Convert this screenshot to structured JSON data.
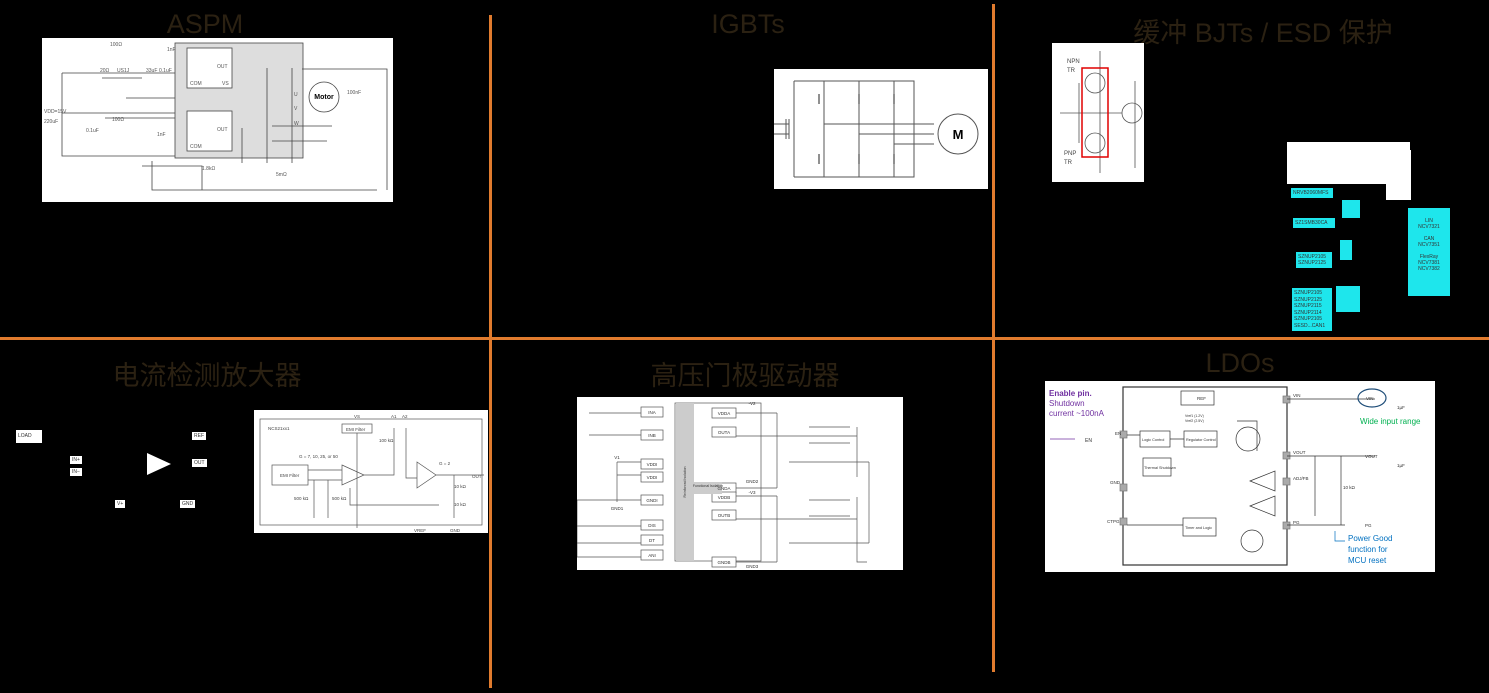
{
  "colors": {
    "grid": "#e07b2e",
    "title": "#2b2112",
    "cyan": "#1ee6ec",
    "purple": "#7030a0",
    "green": "#00b050",
    "blue": "#0070c0",
    "red": "#e00000"
  },
  "panels": {
    "aspm": {
      "title": "ASPM",
      "labels": {
        "motor": "Motor",
        "r1": "100Ω",
        "r2": "20Ω",
        "diode": "US1J",
        "c1": "33uF",
        "c2": "0.1uF",
        "vdd": "VDD=15V",
        "c3": "220uF",
        "c4": "0.1uF",
        "r3": "100Ω",
        "c5": "1nF",
        "c6": "1nF",
        "r4": "1.8kΩ",
        "rs": "5mΩ",
        "cbus": "100nF",
        "u": "U",
        "v": "V",
        "w": "W",
        "out1": "OUT",
        "out2": "OUT",
        "vs": "VS",
        "com1": "COM",
        "com2": "COM"
      }
    },
    "igbts": {
      "title": "IGBTs",
      "labels": {
        "motor": "M"
      }
    },
    "buffer": {
      "title": "缓冲 BJTs / ESD 保护",
      "labels": {
        "npn": "NPN",
        "npn_tr": "TR",
        "pnp": "PNP",
        "pnp_tr": "TR"
      },
      "esd_parts": [
        "NRVB2060MFS",
        "SZ1SMB30CA",
        "SZNUP2105\nSZNUP2125",
        "SZNUP2105\nSZNUP2125\nSZNUP2115\nSZNUP2114\nSZNUP2105\nSESD...CAN1"
      ],
      "bus": {
        "lin": "LIN\nNCV7321",
        "can": "CAN\nNCV7351",
        "flexray": "FlexRay\nNCV7381\nNCV7382"
      }
    },
    "current_sense": {
      "title": "电流检测放大器",
      "labels": {
        "load": "LOAD",
        "in_plus": "IN+",
        "in_minus": "IN−",
        "ref": "REF",
        "out": "OUT",
        "vplus": "V+",
        "gnd": "GND",
        "part": "NCS21xx1",
        "emi1": "EMI Filter",
        "emi2": "EMI Filter",
        "gain1": "G = 7, 10, 25, or 50",
        "gain2": "G = 2",
        "r100": "100 kΩ",
        "r500a": "500 kΩ",
        "r500b": "500 kΩ",
        "r10a": "10 kΩ",
        "r10b": "10 kΩ",
        "vs": "VS",
        "a1": "A1",
        "a2": "A2",
        "vout": "OUT",
        "vref": "VREF",
        "gndpin": "GND"
      }
    },
    "gate_driver": {
      "title": "高压门极驱动器",
      "pins_left": [
        "INA",
        "INB",
        "VDDI",
        "VDDI",
        "GNDI",
        "DIS",
        "DT",
        "ANI"
      ],
      "pins_right": [
        "VDDA",
        "OUTA",
        "GNDA",
        "VDDB",
        "OUTB",
        "GNDB"
      ],
      "labels": {
        "v1": "V1",
        "gnd1": "GND1",
        "v2": "-V2",
        "gnd2": "GND2",
        "v3": "-V3",
        "gnd3": "GND3",
        "isolation": "Functional Isolation",
        "reinforced": "Reinforced Isolation"
      }
    },
    "ldos": {
      "title": "LDOs",
      "labels": {
        "enable": "Enable pin.",
        "shutdown": "Shutdown",
        "current": "current ~100nA",
        "en": "EN",
        "vin_tag": "VIN",
        "wide": "Wide input range",
        "ref": "REF",
        "vref1": "Vref1 (1.2V)",
        "vref2": "Vref2 (2.5V)",
        "logic": "Logic Control",
        "reg": "Regulator Control",
        "thermal": "Thermal Shutdown",
        "timer": "Timer and Logic",
        "vin": "VIN",
        "vout": "VOUT",
        "adj": "ADJ/FB",
        "gnd": "GND",
        "ctpg": "CTPG",
        "pg": "PG",
        "vout_tag": "VOUT",
        "pg_tag": "PG",
        "pg1": "Power Good",
        "pg2": "function for",
        "pg3": "MCU reset",
        "cap1": "1µF",
        "cap2": "1µF",
        "r10k": "10 kΩ"
      }
    }
  }
}
